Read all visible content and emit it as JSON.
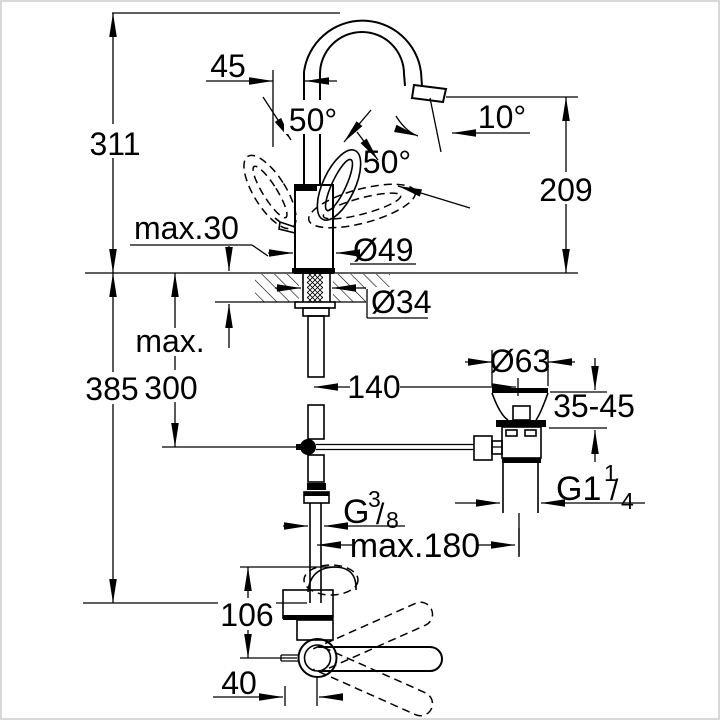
{
  "drawing": {
    "kind": "faucet-installation-dimension-drawing",
    "background": "#ffffff",
    "line_color": "#000000",
    "labels": {
      "total_height": "311",
      "spout_offset": "45",
      "handle_angle_left": "50°",
      "handle_angle_right": "50°",
      "outlet_angle": "10°",
      "outlet_height": "209",
      "deck_thickness_max": "max.30",
      "body_diameter": "Ø49",
      "hole_diameter": "Ø34",
      "hose_depth_word": "max.",
      "hose_depth_value": "300",
      "under_counter_depth": "385",
      "reach": "140",
      "drain_flange_diameter": "Ø63",
      "drain_deck_range": "35-45",
      "drain_thread_main": "G1",
      "drain_thread_sup": "1",
      "drain_thread_slash": "/",
      "drain_thread_sub": "4",
      "supply_thread_main": "G",
      "supply_thread_sup": "3",
      "supply_thread_slash": "/",
      "supply_thread_sub": "8",
      "rod_reach_max": "max.180",
      "handle_height": "106",
      "handle_offset": "40"
    }
  }
}
